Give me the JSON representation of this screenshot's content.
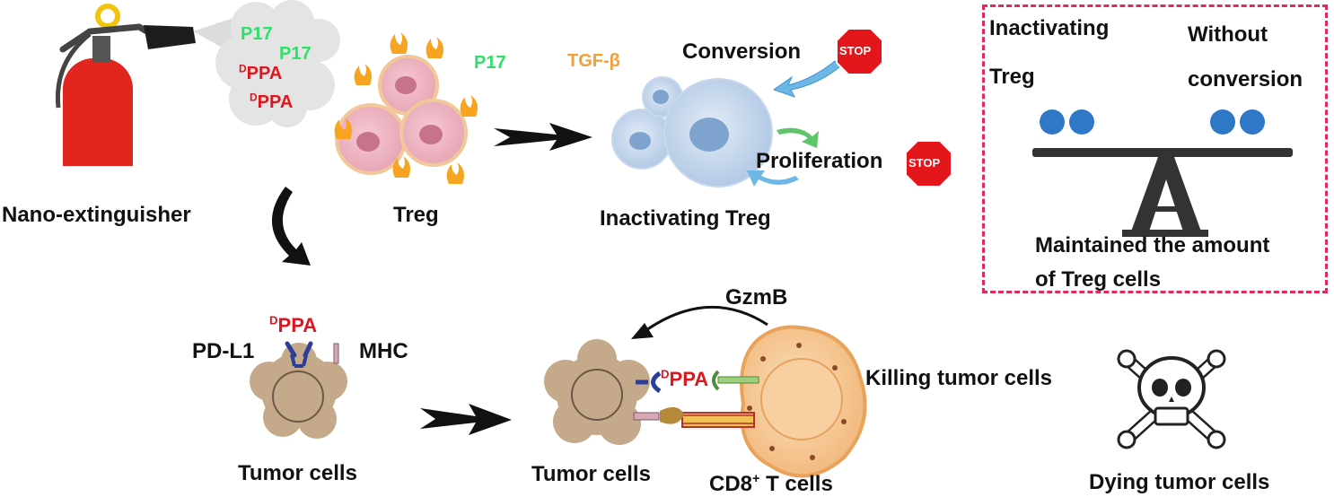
{
  "labels": {
    "nano": "Nano-extinguisher",
    "p17_a": "P17",
    "p17_b": "P17",
    "dppa_a_sup": "D",
    "dppa_a": "PPA",
    "dppa_b_sup": "D",
    "dppa_b": "PPA",
    "treg": "Treg",
    "p17_mid": "P17",
    "tgfb": "TGF-β",
    "conversion": "Conversion",
    "proliferation": "Proliferation",
    "inactivating_treg": "Inactivating Treg",
    "stop": "STOP",
    "box_inactivating_1": "Inactivating",
    "box_inactivating_2": "Treg",
    "box_without_1": "Without",
    "box_without_2": "conversion",
    "box_maintained_1": "Maintained the amount",
    "box_maintained_2": "of Treg cells",
    "pdl1": "PD-L1",
    "dppa_c_sup": "D",
    "dppa_c": "PPA",
    "mhc": "MHC",
    "tumor_cells_1": "Tumor cells",
    "tumor_cells_2": "Tumor cells",
    "dppa_d_sup": "D",
    "dppa_d": "PPA",
    "gzmb": "GzmB",
    "cd8_pre": "CD8",
    "cd8_sup": "+",
    "cd8_post": " T cells",
    "killing": "Killing tumor cells",
    "dying": "Dying tumor cells"
  },
  "colors": {
    "green_text": "#2ee06a",
    "red_text": "#e0161e",
    "orange_text": "#f2a03a",
    "dashed_border": "#e02a5a",
    "dot_blue": "#2f78c8",
    "tumor_fill": "#c4a98a",
    "cd8_fill": "#f5c48e"
  }
}
